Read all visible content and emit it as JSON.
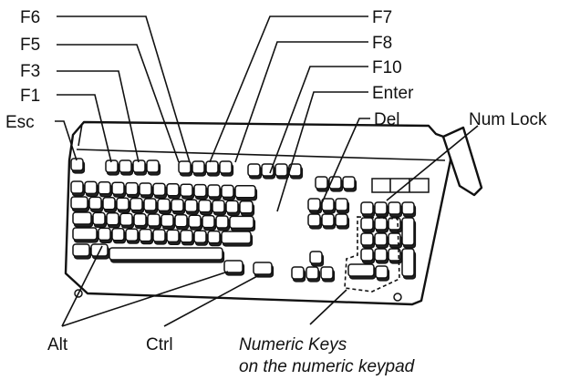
{
  "labels": {
    "f6": "F6",
    "f5": "F5",
    "f3": "F3",
    "f1": "F1",
    "esc": "Esc",
    "f7": "F7",
    "f8": "F8",
    "f10": "F10",
    "enter": "Enter",
    "del": "Del",
    "num_lock": "Num Lock",
    "alt": "Alt",
    "ctrl": "Ctrl",
    "numeric_keys_line1": "Numeric Keys",
    "numeric_keys_line2": "on the numeric keypad"
  }
}
